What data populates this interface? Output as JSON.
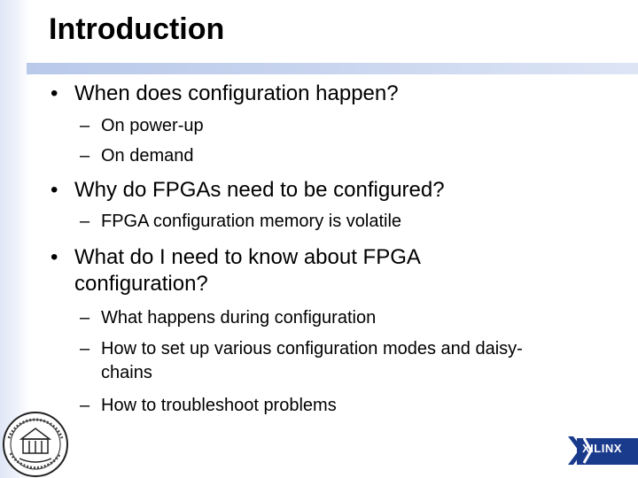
{
  "slide": {
    "title": "Introduction",
    "bullets": [
      {
        "text": "When does configuration happen?",
        "subs": [
          "On power-up",
          "On demand"
        ]
      },
      {
        "text": "Why do FPGAs need to be configured?",
        "subs": [
          "FPGA configuration memory is volatile"
        ]
      },
      {
        "text": "What do I need to know about FPGA configuration?",
        "subs": [
          "What happens during configuration",
          "How to set up various configuration modes and daisy-chains",
          "How to troubleshoot problems"
        ]
      }
    ],
    "bullet_glyph": "•",
    "dash_glyph": "–",
    "logo": {
      "name": "xilinx-logo",
      "text": "XILINX"
    },
    "seal": {
      "name": "university-seal"
    },
    "colors": {
      "rule": "#c9d5ef",
      "band": "#dfe6f5",
      "logo_bg": "#1a3a8c"
    }
  }
}
